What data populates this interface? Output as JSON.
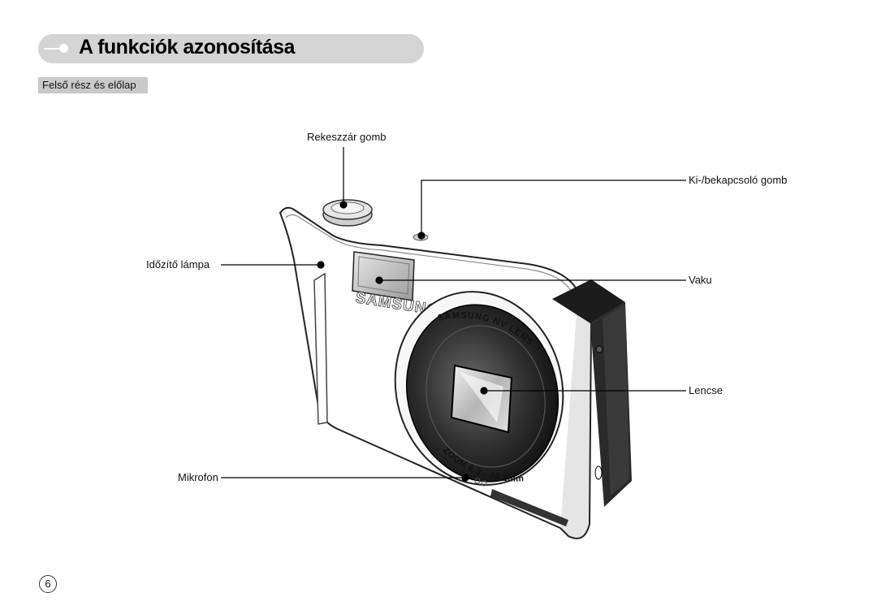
{
  "header": {
    "title": "A funkciók azonosítása"
  },
  "section": {
    "label": "Felső rész és előlap"
  },
  "callouts": {
    "shutter": "Rekeszzár gomb",
    "power": "Ki-/bekapcsoló gomb",
    "timer_lamp": "Időzítő lámpa",
    "flash": "Vaku",
    "lens": "Lencse",
    "microphone": "Mikrofon"
  },
  "camera": {
    "brand": "SAMSUNG",
    "lens_text": "SAMSUNG NV LENS",
    "zoom_text": "ZOOM 6.3 - 44.1mm"
  },
  "page": {
    "number": "6"
  }
}
